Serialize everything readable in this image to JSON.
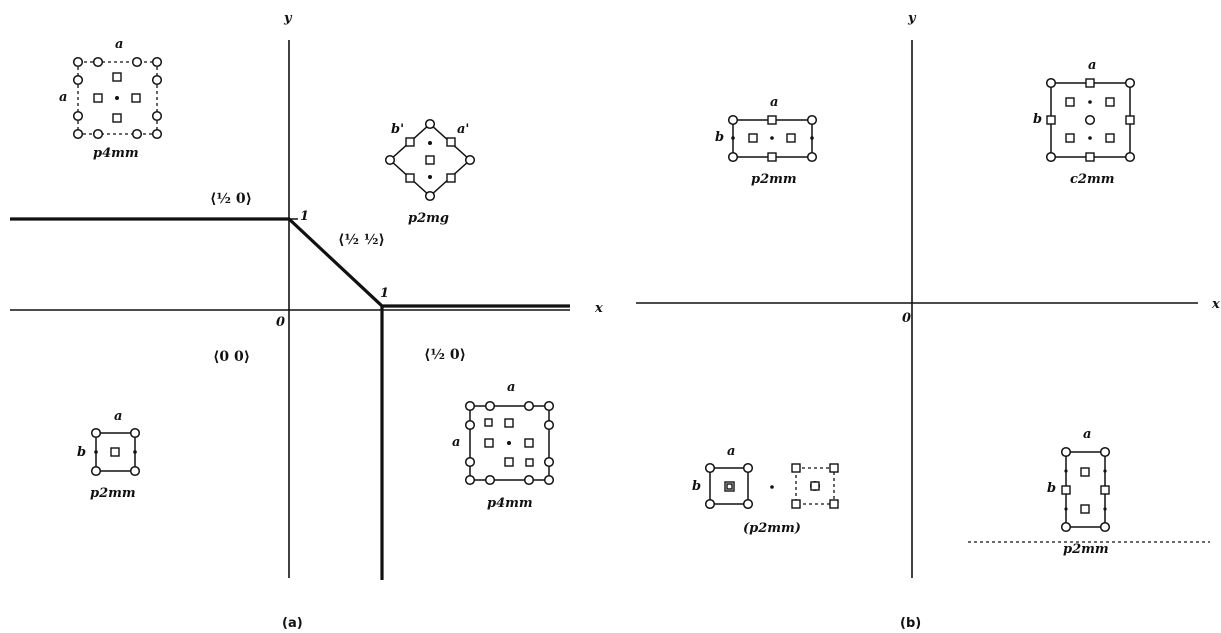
{
  "panel_a": {
    "axis_x": "x",
    "axis_y": "y",
    "origin": "0",
    "tick_y": "1",
    "tick_x": "1",
    "region_labels": [
      "⟨½ 0⟩",
      "⟨½ ½⟩",
      "⟨0 0⟩",
      "⟨½ 0⟩"
    ],
    "groups": {
      "top_left": {
        "name": "p4mm",
        "a": "a",
        "side": "a"
      },
      "top_right": {
        "name": "p2mg",
        "b": "b'",
        "a": "a'"
      },
      "bottom_left": {
        "name": "p2mm",
        "a": "a",
        "side": "b"
      },
      "bottom_right": {
        "name": "p4mm",
        "a": "a",
        "side": "a"
      }
    },
    "caption": "(a)"
  },
  "panel_b": {
    "axis_x": "x",
    "axis_y": "y",
    "origin": "0",
    "groups": {
      "top_left": {
        "name": "p2mm",
        "a": "a",
        "side": "b"
      },
      "top_right": {
        "name": "c2mm",
        "a": "a",
        "side": "b"
      },
      "bottom_left": {
        "name": "(p2mm)",
        "a": "a",
        "side": "b"
      },
      "bottom_right": {
        "name": "p2mm",
        "a": "a",
        "side": "b"
      }
    },
    "caption": "(b)"
  }
}
